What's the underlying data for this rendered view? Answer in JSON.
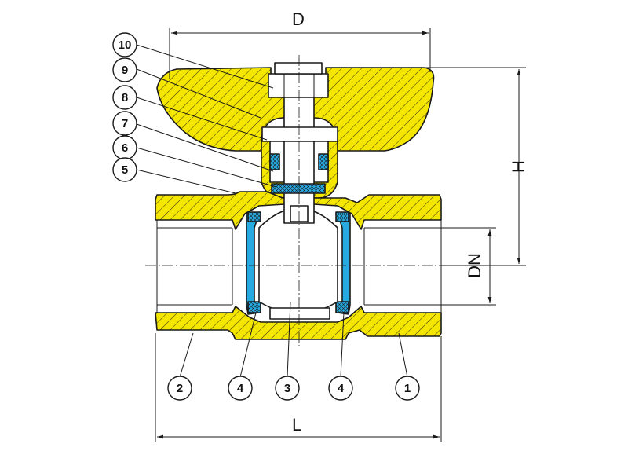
{
  "diagram": {
    "colors": {
      "brass": "#f5e600",
      "seal": "#27a9e1",
      "stem": "#ffffff",
      "line": "#1a1a1a"
    },
    "dimensions": {
      "top": "D",
      "right_height": "H",
      "bore": "DN",
      "bottom": "L"
    },
    "callouts_left": [
      "10",
      "9",
      "8",
      "7",
      "6",
      "5"
    ],
    "callouts_bottom": [
      "2",
      "4",
      "3",
      "4",
      "1"
    ]
  }
}
